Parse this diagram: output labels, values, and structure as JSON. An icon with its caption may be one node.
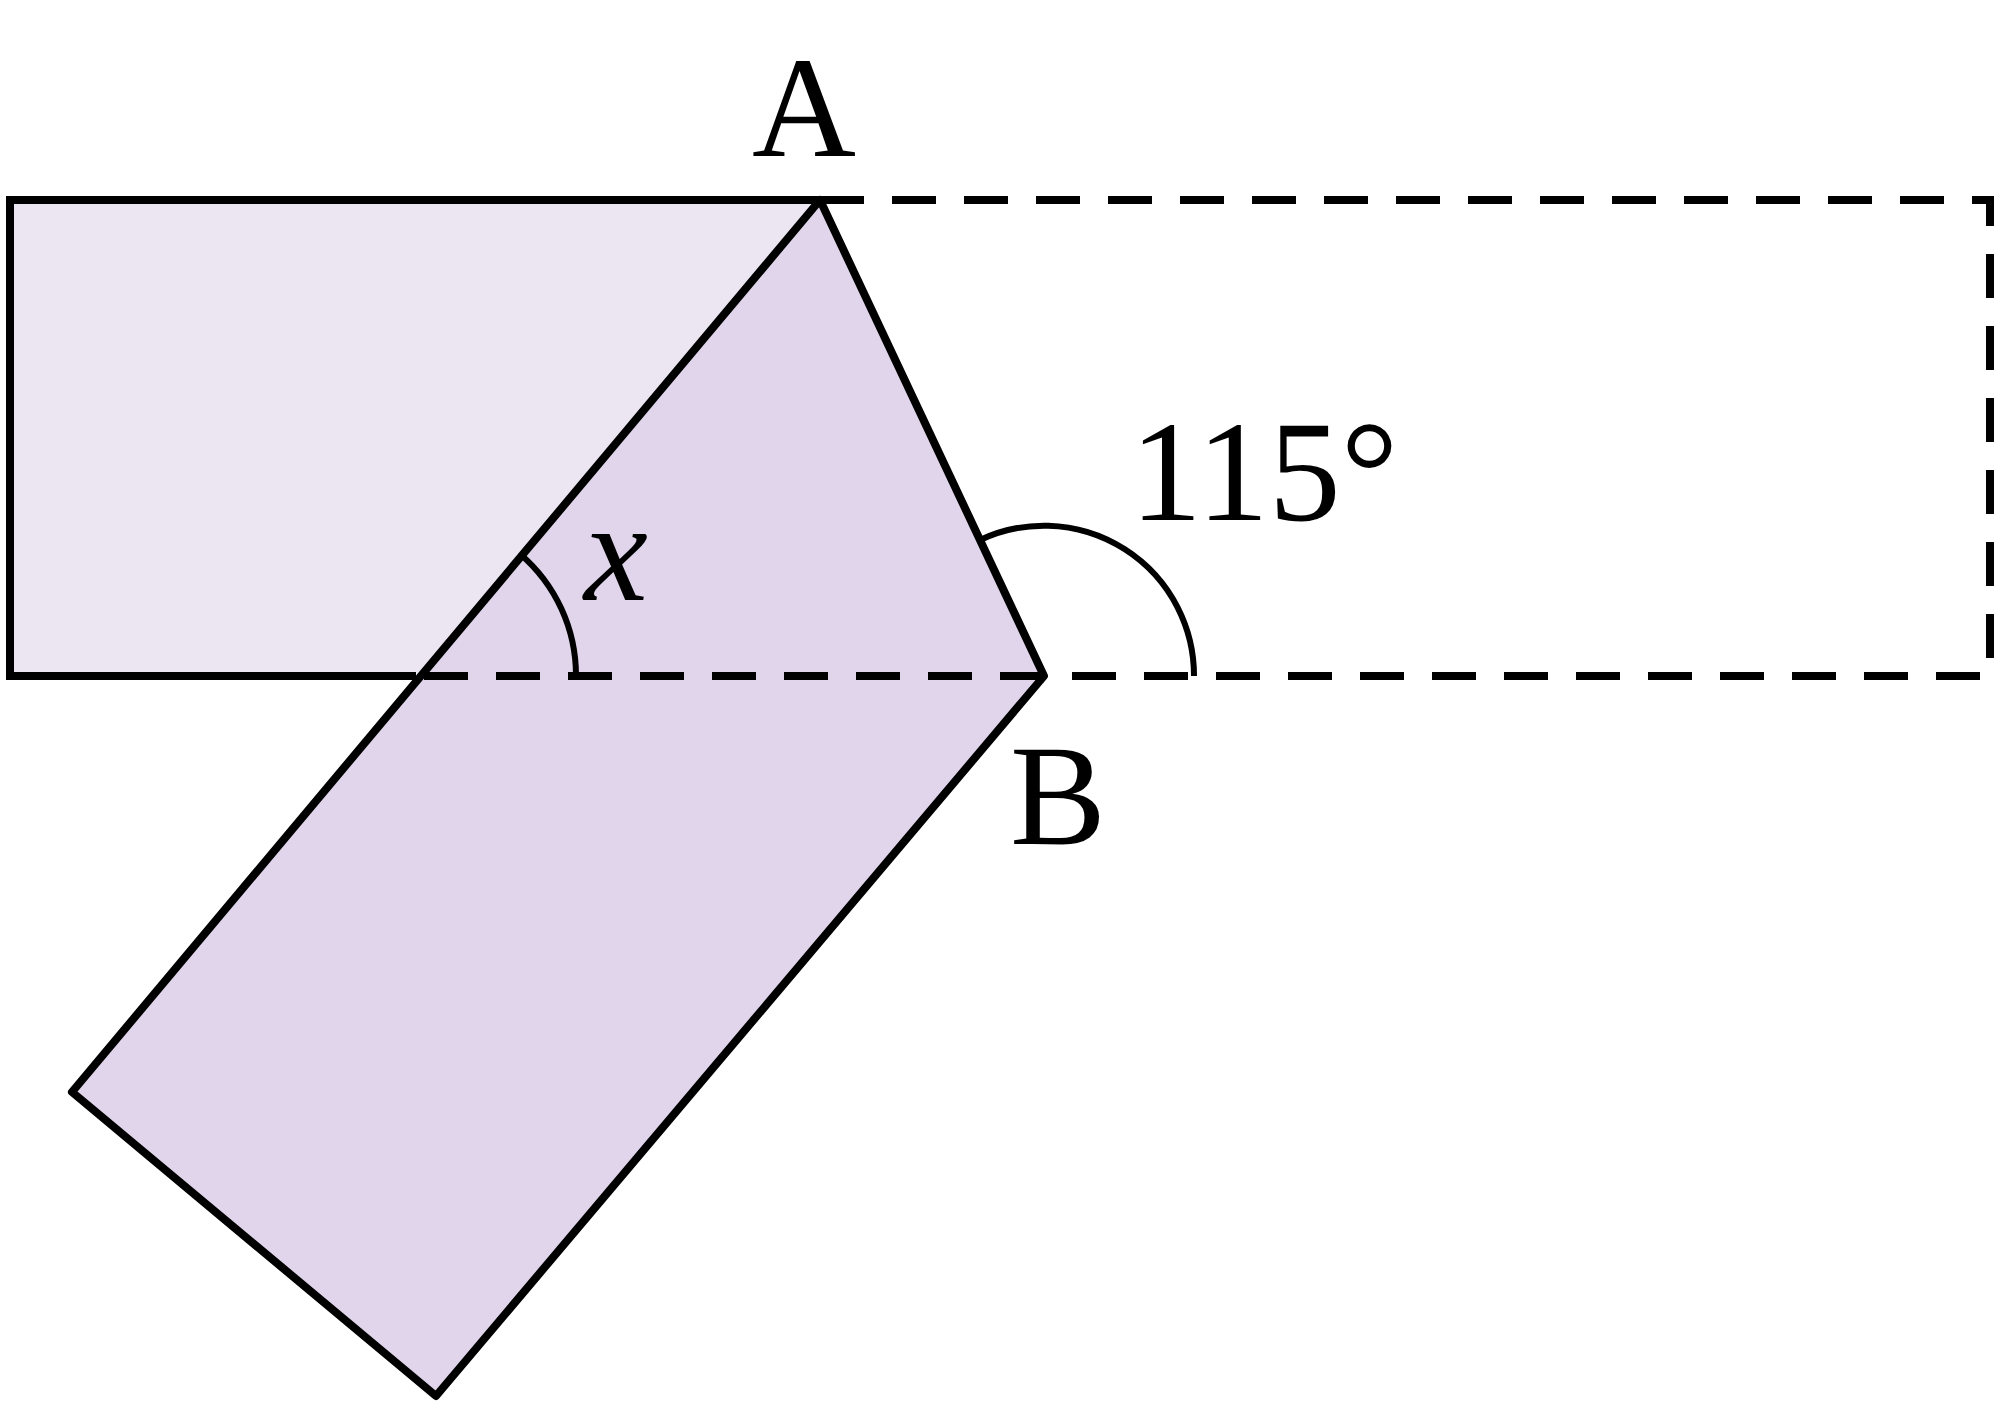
{
  "diagram": {
    "labels": [
      "A",
      "115°",
      "x",
      "B"
    ]
  }
}
